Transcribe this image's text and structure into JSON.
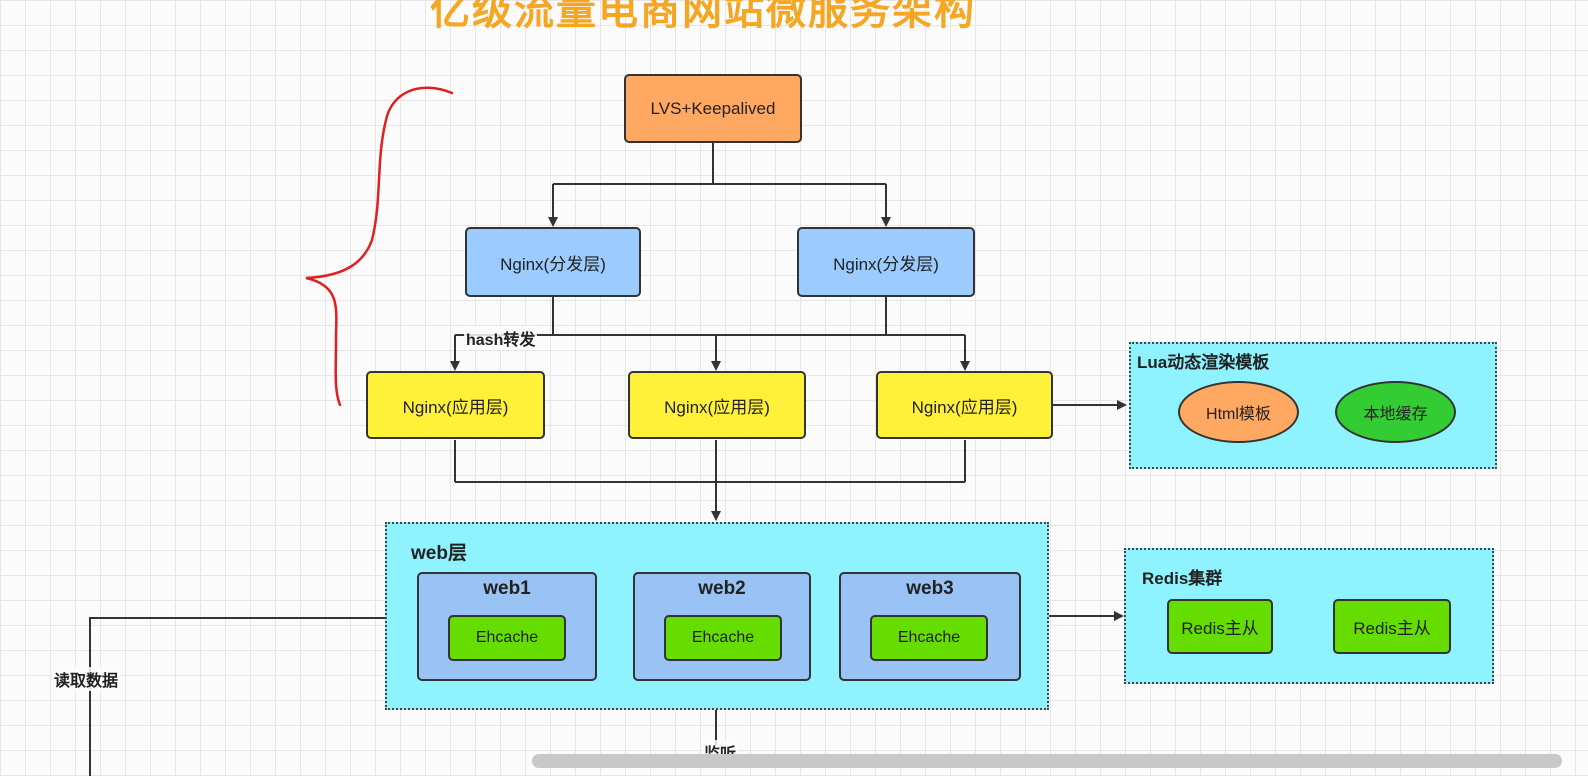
{
  "title": "亿级流量电商网站微服务架构",
  "lvs": {
    "label": "LVS+Keepalived",
    "color": "#ffa862"
  },
  "distribution_layer": {
    "color": "#9ccbff",
    "nodes": [
      {
        "label": "Nginx(分发层)"
      },
      {
        "label": "Nginx(分发层)"
      }
    ]
  },
  "application_layer": {
    "color": "#fff03a",
    "nodes": [
      {
        "label": "Nginx(应用层)"
      },
      {
        "label": "Nginx(应用层)"
      },
      {
        "label": "Nginx(应用层)"
      }
    ]
  },
  "labels": {
    "hash_forward": "hash转发",
    "read_data": "读取数据",
    "listen": "监听"
  },
  "lua_group": {
    "title": "Lua动态渲染模板",
    "items": [
      {
        "label": "Html模板",
        "color": "#ffa862"
      },
      {
        "label": "本地缓存",
        "color": "#33cc33"
      }
    ]
  },
  "web_layer": {
    "title": "web层",
    "nodes": [
      {
        "name": "web1",
        "cache": "Ehcache"
      },
      {
        "name": "web2",
        "cache": "Ehcache"
      },
      {
        "name": "web3",
        "cache": "Ehcache"
      }
    ]
  },
  "redis_group": {
    "title": "Redis集群",
    "nodes": [
      {
        "label": "Redis主从"
      },
      {
        "label": "Redis主从"
      }
    ]
  },
  "colors": {
    "group_fill": "#8ff3ff",
    "cache_fill": "#66dd00",
    "web_fill": "#99c2f5",
    "title": "#f5a623",
    "annotation": "#e02020"
  }
}
